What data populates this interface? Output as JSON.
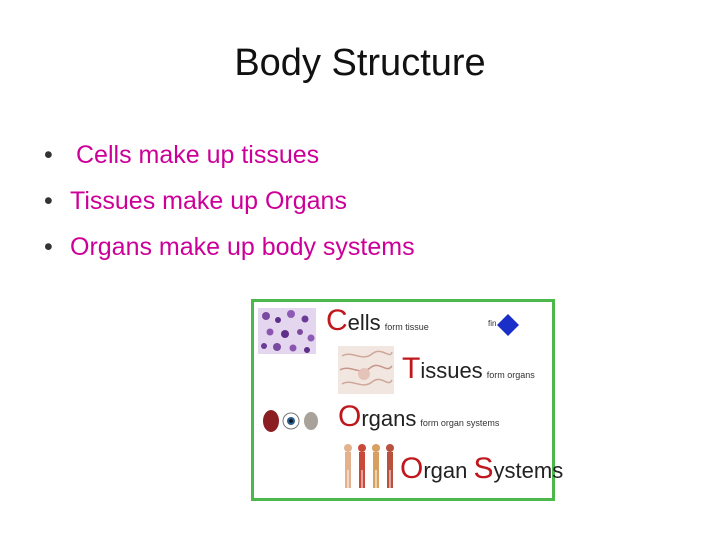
{
  "title": "Body Structure",
  "bullets": [
    {
      "bullet": "•",
      "text": "Cells make up tissues"
    },
    {
      "bullet": "•",
      "text": "Tissues make up Organs"
    },
    {
      "bullet": "•",
      "text": "Organs make up body systems"
    }
  ],
  "figure": {
    "rows": [
      {
        "initial": "C",
        "rest": "ells",
        "note": "form tissue"
      },
      {
        "initial": "T",
        "rest": "issues",
        "note": "form organs"
      },
      {
        "initial": "O",
        "rest": "rgans",
        "note": "form organ systems"
      },
      {
        "initial": "O",
        "rest": "rgan ",
        "initial2": "S",
        "rest2": "ystems"
      }
    ],
    "small_label": "fin",
    "colors": {
      "accent": "#c0171d",
      "border": "#4cb84c",
      "bullet_text": "#cc0099"
    }
  }
}
